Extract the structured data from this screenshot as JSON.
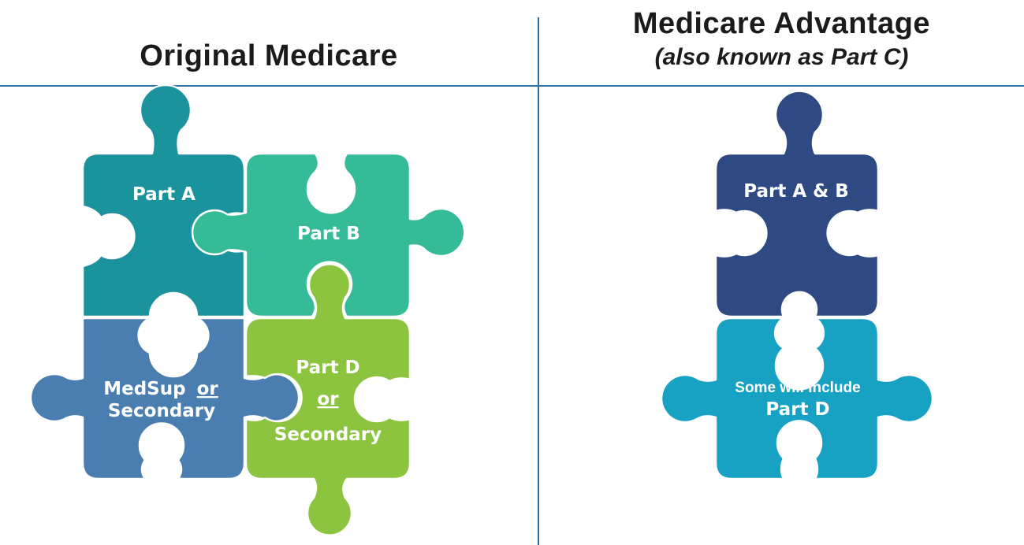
{
  "left_column": {
    "title": "Original Medicare",
    "pieces": [
      {
        "label": "Part A",
        "color": "#1a939c"
      },
      {
        "label": "Part B",
        "color": "#35bb98"
      },
      {
        "label_line1": "MedSup",
        "label_or": "or",
        "label_line2": "Secondary",
        "color": "#4b7eb0"
      },
      {
        "label_line1": "Part D",
        "label_or": "or",
        "label_line2": "Secondary",
        "color": "#8cc43f"
      }
    ]
  },
  "right_column": {
    "title": "Medicare Advantage",
    "subtitle": "(also known as Part C)",
    "pieces": [
      {
        "label": "Part A & B",
        "color": "#2f4a83"
      },
      {
        "label_line1": "Some will include",
        "label_line2": "Part D",
        "color": "#17a1c3"
      }
    ]
  },
  "colors": {
    "rule": "#2e6da0",
    "heading": "#1b1b1b"
  }
}
